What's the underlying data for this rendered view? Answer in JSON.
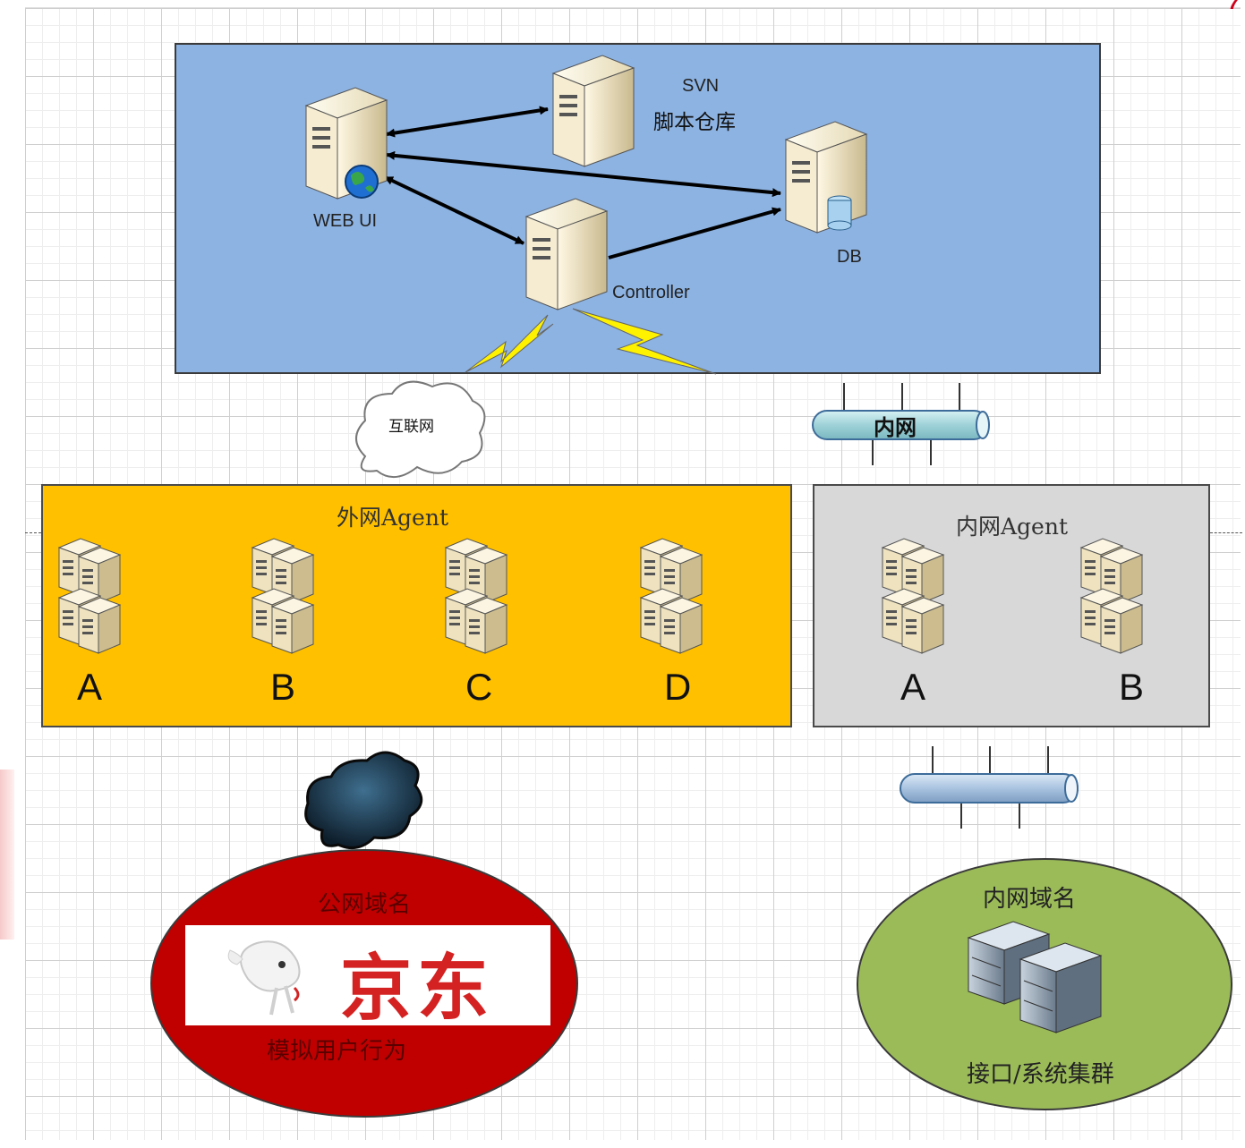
{
  "corner_logo": "7",
  "nodes": {
    "web_ui": "WEB UI",
    "svn_title": "SVN",
    "svn_subtitle": "脚本仓库",
    "db": "DB",
    "controller": "Controller"
  },
  "links": {
    "internet": "互联网",
    "intranet": "内网"
  },
  "external_agent": {
    "title": "外网Agent",
    "servers": [
      "A",
      "B",
      "C",
      "D"
    ]
  },
  "internal_agent": {
    "title": "内网Agent",
    "servers": [
      "A",
      "B"
    ]
  },
  "public_domain": {
    "title": "公网域名",
    "brand": "京东",
    "caption": "模拟用户行为"
  },
  "internal_domain": {
    "title": "内网域名",
    "caption": "接口/系统集群"
  },
  "colors": {
    "server_panel": "#8db3e2",
    "external_agent": "#ffc000",
    "internal_agent": "#d8d8d8",
    "public_domain": "#c00000",
    "internal_domain": "#9bbb59",
    "brand_red": "#d42222"
  }
}
